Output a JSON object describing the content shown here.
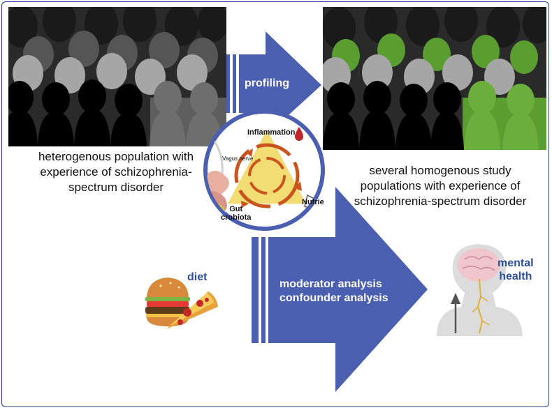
{
  "left_caption": [
    "heterogenous population with",
    "experience of schizophrenia-",
    "spectrum disorder"
  ],
  "right_caption": [
    "several homogenous study",
    "populations with experience of",
    "schizophrenia-spectrum disorder"
  ],
  "arrow_top_label": "profiling",
  "arrow_bottom_label": [
    "moderator analysis",
    "confounder analysis"
  ],
  "diet_label": "diet",
  "mental_health_label": [
    "mental",
    "health"
  ],
  "circle": {
    "inflammation": "Inflammation",
    "vagus_nerve": "Vagus nerve",
    "gut_microbiota": [
      "Gut",
      "crobiota"
    ],
    "nutrients": "Nutrie"
  },
  "colors": {
    "arrow_blue": "#4a5fb0",
    "text_blue": "#2f4f9a",
    "crowd_green": "#5a9e32",
    "triangle_yellow": "#f2dc74",
    "cycle_orange": "#c9541e"
  }
}
